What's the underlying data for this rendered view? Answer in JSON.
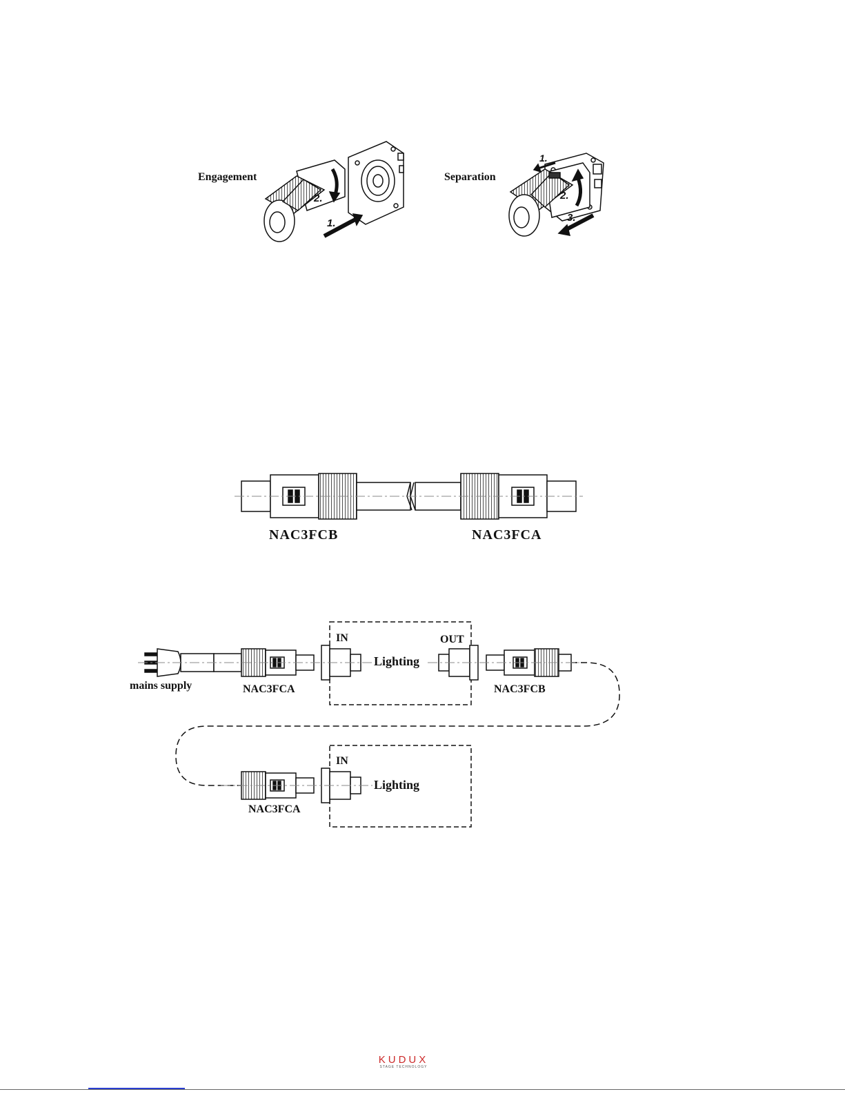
{
  "figure1": {
    "engagement_label": "Engagement",
    "separation_label": "Separation",
    "engagement_steps": [
      "1.",
      "2."
    ],
    "separation_steps": [
      "1.",
      "2.",
      "3."
    ]
  },
  "figure2": {
    "left_connector_label": "NAC3FCB",
    "right_connector_label": "NAC3FCA"
  },
  "figure3": {
    "mains_label": "mains supply",
    "connector1_label": "NAC3FCA",
    "in1_label": "IN",
    "out1_label": "OUT",
    "lighting1_label": "Lighting",
    "connector2_label": "NAC3FCB",
    "in2_label": "IN",
    "lighting2_label": "Lighting",
    "connector3_label": "NAC3FCA"
  },
  "footer": {
    "logo_text": "KUDUX",
    "logo_subtext": "STAGE TECHNOLOGY"
  },
  "colors": {
    "logo": "#cc2a2a",
    "footer_link": "#2b3fd1"
  }
}
